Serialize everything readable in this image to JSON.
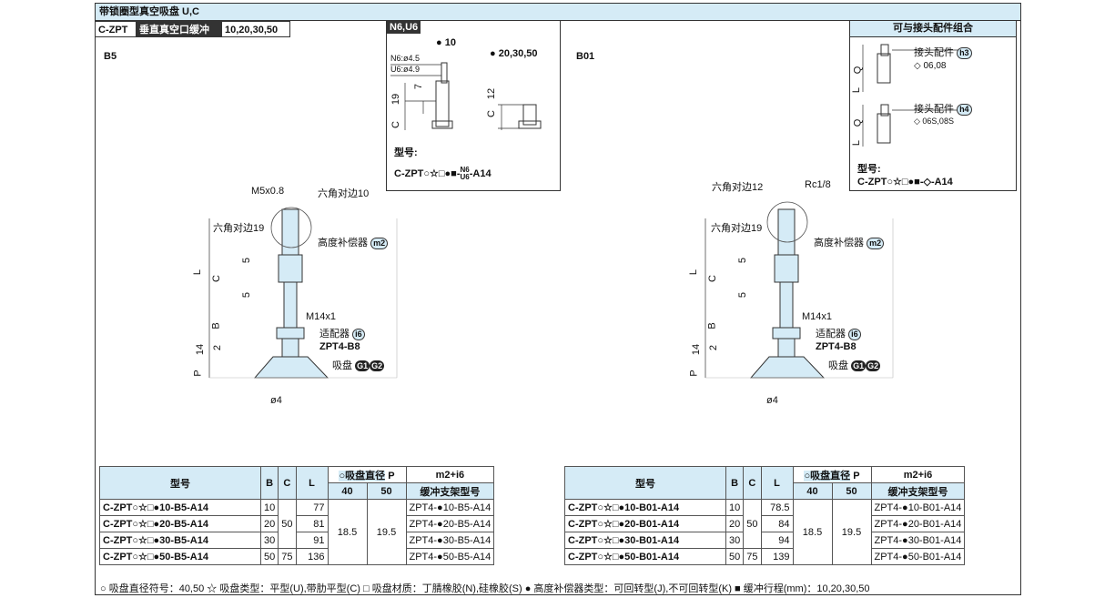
{
  "title": "带锁圈型真空吸盘 U,C",
  "sub": {
    "code": "C-ZPT",
    "desc": "垂直真空口缓冲",
    "strokes": "10,20,30,50"
  },
  "left_label": "B5",
  "right_label": "B01",
  "inset_mid": {
    "tag": "N6,U6",
    "size_a": "10",
    "size_b": "20,30,50",
    "n6": "N6:ø4.5",
    "u6": "U6:ø4.9",
    "dim19": "19",
    "dim7": "7",
    "dimC": "C",
    "dim12": "12",
    "dimC2": "C",
    "model_label": "型号:",
    "model_prefix": "C-ZPT○☆□●■-",
    "model_n6": "N6",
    "model_u6": "U6",
    "model_suffix": "-A14"
  },
  "inset_right": {
    "title": "可与接头配件组合",
    "fit1": "接头配件",
    "fit1_ref": "h3",
    "fit1_sizes": "◇ 06,08",
    "fit2": "接头配件",
    "fit2_ref": "h4",
    "fit2_sizes": "◇ 06S,08S",
    "dimQ": "Q",
    "dimL": "L",
    "dimQ2": "Q",
    "dimL2": "L",
    "model_label": "型号:",
    "model": "C-ZPT○☆□●■-◇-A14"
  },
  "drawing_left": {
    "thread": "M5x0.8",
    "hex10": "六角对边10",
    "hex19": "六角对边19",
    "height_comp": "高度补偿器",
    "height_comp_ref": "m2",
    "m14": "M14x1",
    "adapter": "适配器",
    "adapter_ref": "i6",
    "adapter_model": "ZPT4-B8",
    "pad": "吸盘",
    "pad_ref1": "G1",
    "pad_ref2": "G2",
    "dia": "ø4",
    "dimL": "L",
    "dimC": "C",
    "dim5a": "5",
    "dim5b": "5",
    "dimB": "B",
    "dim14": "14",
    "dim2": "2",
    "dimP": "P"
  },
  "drawing_right": {
    "hex12": "六角对边12",
    "rc": "Rc1/8",
    "hex19": "六角对边19",
    "height_comp": "高度补偿器",
    "height_comp_ref": "m2",
    "m14": "M14x1",
    "adapter": "适配器",
    "adapter_ref": "i6",
    "adapter_model": "ZPT4-B8",
    "pad": "吸盘",
    "pad_ref1": "G1",
    "pad_ref2": "G2",
    "dia": "ø4",
    "dimL": "L",
    "dimC": "C",
    "dim5a": "5",
    "dim5b": "5",
    "dimB": "B",
    "dim14": "14",
    "dim2": "2",
    "dimP": "P"
  },
  "table_left": {
    "h_model": "型号",
    "h_B": "B",
    "h_C": "C",
    "h_L": "L",
    "h_dia": "○吸盘直径",
    "h_P": "P",
    "h_40": "40",
    "h_50": "50",
    "h_refs": "m2+i6",
    "h_buffer": "缓冲支架型号",
    "rows": [
      {
        "model": "C-ZPT○☆□●10-B5-A14",
        "B": "10",
        "L": "77",
        "buf": "ZPT4-●10-B5-A14"
      },
      {
        "model": "C-ZPT○☆□●20-B5-A14",
        "B": "20",
        "L": "81",
        "buf": "ZPT4-●20-B5-A14"
      },
      {
        "model": "C-ZPT○☆□●30-B5-A14",
        "B": "30",
        "L": "91",
        "buf": "ZPT4-●30-B5-A14"
      },
      {
        "model": "C-ZPT○☆□●50-B5-A14",
        "B": "50",
        "L": "136",
        "buf": "ZPT4-●50-B5-A14"
      }
    ],
    "C_shared": "50",
    "C_last": "75",
    "P40": "18.5",
    "P50": "19.5"
  },
  "table_right": {
    "h_model": "型号",
    "h_B": "B",
    "h_C": "C",
    "h_L": "L",
    "h_dia": "○吸盘直径",
    "h_P": "P",
    "h_40": "40",
    "h_50": "50",
    "h_refs": "m2+i6",
    "h_buffer": "缓冲支架型号",
    "rows": [
      {
        "model": "C-ZPT○☆□●10-B01-A14",
        "B": "10",
        "L": "78.5",
        "buf": "ZPT4-●10-B01-A14"
      },
      {
        "model": "C-ZPT○☆□●20-B01-A14",
        "B": "20",
        "L": "84",
        "buf": "ZPT4-●20-B01-A14"
      },
      {
        "model": "C-ZPT○☆□●30-B01-A14",
        "B": "30",
        "L": "94",
        "buf": "ZPT4-●30-B01-A14"
      },
      {
        "model": "C-ZPT○☆□●50-B01-A14",
        "B": "50",
        "L": "139",
        "buf": "ZPT4-●50-B01-A14"
      }
    ],
    "C_shared": "50",
    "C_last": "75",
    "P40": "18.5",
    "P50": "19.5"
  },
  "footnote": "○ 吸盘直径符号：40,50  ☆ 吸盘类型：平型(U),带肋平型(C)  □ 吸盘材质：丁腈橡胶(N),硅橡胶(S)  ● 高度补偿器类型：可回转型(J),不可回转型(K)  ■ 缓冲行程(mm)：10,20,30,50"
}
